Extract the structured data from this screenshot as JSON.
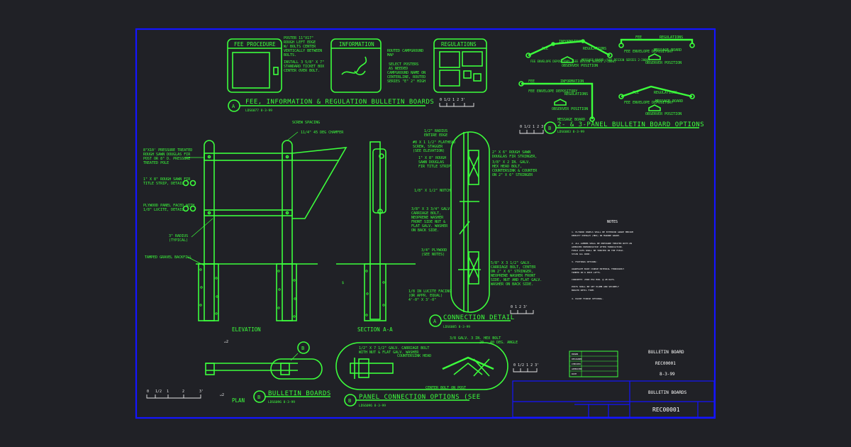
{
  "colors": {
    "background": "#202126",
    "linework": "#3cff3c",
    "border": "#1414ff",
    "text_white": "#ffffff"
  },
  "top_panels": {
    "fee_procedure": "FEE PROCEDURE",
    "information": "INFORMATION",
    "regulations": "REGULATIONS",
    "fee_note": [
      "POSTER 11\"X17\"",
      "ROUGH LEFT EDGE",
      "W/ BOLTS CENTER",
      "VERTICALLY BETWEEN",
      "BOLTS.",
      "INSTALL 3 5/8\" X 7\"",
      "STANDARD TICKET BOX",
      "CENTER OVER BOLT."
    ],
    "info_note": [
      "ROUTED CAMPGROUND",
      "MAP",
      "SELECT POSTERS",
      "AS NEEDED",
      "CAMPGROUND NAME ON",
      "CENTERLINE, ROUTED",
      "SERIES \"E\" 2\" HIGH"
    ],
    "title": "FEE, INFORMATION & REGULATION BULLETIN BOARDS",
    "sub": "LDS6077  8-3-99"
  },
  "options": {
    "labels": [
      "FEE",
      "INFORMATION",
      "REGULATIONS",
      "FEE ENVELOPE DEPOSITORY (SEE DESIGN SERIES 2-2000)",
      "OBSERVER POSITION",
      "MESSAGE BOARD (SEE DESIGN SERIES 2-2000)",
      "FEE",
      "REGULATIONS",
      "FEE ENVELOPE DEPOSITORY",
      "MESSAGE BOARD",
      "OBSERVER POSITION",
      "FEE",
      "INFORMATION",
      "FEE ENVELOPE DEPOSITORY",
      "REGULATIONS",
      "OBSERVER POSITION",
      "MESSAGE BOARD",
      "FEE",
      "REGULATIONS",
      "FEE ENVELOPE DEPOSITORY",
      "MESSAGE BOARD",
      "OBSERVER POSITION"
    ],
    "title": "2- & 3-PANEL BULLETIN BOARD OPTIONS",
    "sub": "LDS6083  8-3-99",
    "callout": "B"
  },
  "elevation": {
    "notes": [
      "8\"X10' PRESSURE TREATED",
      "ROUGH SAWN DOUGLAS FIR",
      "POST OR 8\" D. PRESSURE",
      "TREATED POLE",
      "1\" X 8\" ROUGH SAWN FIR",
      "TITLE STRIP, DETAIL",
      "PLYWOOD PANEL FACED WITH",
      "1/8\" LUCITE, DETAIL",
      "3\" RADIUS",
      "(TYPICAL)",
      "TAMPED GRAVEL BACKFILL",
      "SCREW SPACING",
      "11/4\" 45 DEG CHAMFER"
    ],
    "label": "ELEVATION"
  },
  "section": {
    "label": "SECTION A-A"
  },
  "connection": {
    "notes_left": [
      "1/2\" RADIUS",
      "ENTIRE EDGE",
      "#8 X 1 1/2\" FLATHEAD",
      "SCREW, STAGGER",
      "(SEE ELEVATION)",
      "1\" X 8\" ROUGH",
      "SAWN DOUGLAS",
      "FIR TITLE STRIP",
      "1/8\" X 1/2\" NOTCH",
      "3/8\" X 3 3/4\" GALV.",
      "CARRIAGE BOLT,",
      "NEOPRENE WASHER",
      "FRONT SIDE NUT &",
      "FLAT GALV. WASHER",
      "ON BACK SIDE.",
      "3/4\" PLYWOOD",
      "(SEE NOTES)",
      "1/8 IN LUCITE FACING",
      "(OR APPR. EQUAL)",
      "4'-0\" X 3'-0\""
    ],
    "notes_right": [
      "2\" X 6\" ROUGH SAWN",
      "DOUGLAS FIR STRINGER,",
      "3/8\" X 2 IN. GALV.",
      "HEX HEAD BOLT,",
      "COUNTERSINK & COUNTER",
      "ON 2\" X 6\" STRINGER",
      "5/8\" X 3 1/2\" GALV.",
      "CARRIAGE BOLT, CENTER",
      "ON 2\" X 6\" STRINGER,",
      "NEOPRENE WASHER FRONT",
      "SIDE, NUT AND FLAT GALV.",
      "WASHER ON BACK SIDE."
    ],
    "title": "CONNECTION DETAIL",
    "sub": "LDS6085  8-3-99",
    "callout": "A"
  },
  "notes_block": {
    "title": "NOTES",
    "lines": [
      "1. PLYWOOD PANELS SHALL BE EXTERIOR GRADE MEDIUM",
      "   DENSITY OVERLAY (MDO) OR MARINE GRADE.",
      "2. ALL LUMBER SHALL BE PRESSURE TREATED WITH AN",
      "   APPROVED PRESERVATIVE AFTER FABRICATION.",
      "   FIELD CUTS SHALL BE TREATED IN THE FIELD.",
      "   STAIN ALL WOOD.",
      "3. FOOTINGS OPTIONS:",
      "   AGGREGATE BASE COURSE MATERIAL THOROUGHLY",
      "   TAMPED IN 6 INCH LIFTS.",
      "   CONCRETE: 2500 PSI MIN. @ 28 DAYS.",
      "   POSTS SHALL BE SET PLUMB AND SECURELY",
      "   BRACED UNTIL FIRM.",
      "4. PAINT FINISH OPTIONAL."
    ]
  },
  "plan": {
    "label": "PLAN",
    "title": "BULLETIN BOARDS",
    "sub": "LDS6096  8-3-99",
    "callout": "B"
  },
  "panel_connection": {
    "notes": [
      "1/2\" X 7 1/2\" GALV. CARRIAGE BOLT",
      "WITH NUT & FLAT GALV. WASHER",
      "COUNTERSINK HEAD",
      "3/8 GALV. 3 IN. HEX BOLT",
      "20 - 40 DEG. ANGLE",
      "CENTER BOLT ON POST"
    ],
    "title": "PANEL CONNECTION OPTIONS (SEE",
    "sub": "LDS6096  8-3-99",
    "callout": "B"
  },
  "scale_bar": {
    "ticks": [
      "0",
      "1/2",
      "1",
      "2",
      "3'"
    ]
  },
  "title_block": {
    "sheet_title": "BULLETIN BOARDS",
    "drawing_number": "REC00001",
    "small_rows": [
      "DRAWN",
      "DESIGNED",
      "CHECKED",
      "APPROVED",
      "DATE"
    ],
    "header_title": "BULLETIN BOARD",
    "header_number": "REC00001",
    "header_date": "8-3-99"
  }
}
